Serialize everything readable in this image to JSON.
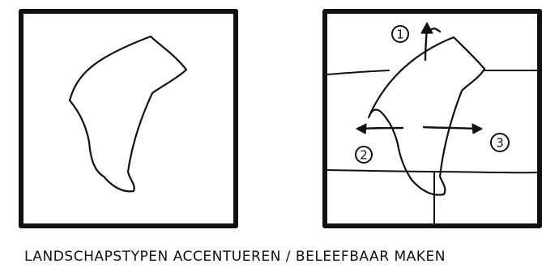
{
  "caption": "LANDSCHAPSTYPEN ACCENTUEREN / BELEEFBAAR MAKEN",
  "markers": [
    {
      "label": "1"
    },
    {
      "label": "2"
    },
    {
      "label": "3"
    }
  ],
  "colors": {
    "ink": "#111111",
    "paper": "#ffffff"
  }
}
